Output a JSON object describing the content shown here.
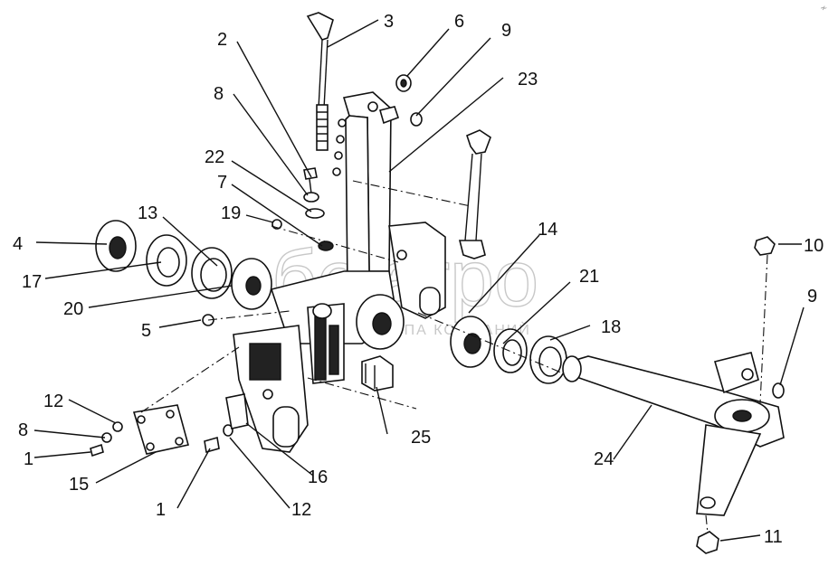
{
  "watermark": {
    "brand": "бelarpo",
    "subtitle": "ГРУППА КОМПАНИЙ"
  },
  "corner_mark": "≁",
  "callouts": [
    {
      "id": "c3",
      "label": "3"
    },
    {
      "id": "c2",
      "label": "2"
    },
    {
      "id": "c6",
      "label": "6"
    },
    {
      "id": "c9a",
      "label": "9"
    },
    {
      "id": "c23",
      "label": "23"
    },
    {
      "id": "c8a",
      "label": "8"
    },
    {
      "id": "c22",
      "label": "22"
    },
    {
      "id": "c7",
      "label": "7"
    },
    {
      "id": "c13",
      "label": "13"
    },
    {
      "id": "c19",
      "label": "19"
    },
    {
      "id": "c4",
      "label": "4"
    },
    {
      "id": "c17",
      "label": "17"
    },
    {
      "id": "c20",
      "label": "20"
    },
    {
      "id": "c5",
      "label": "5"
    },
    {
      "id": "c14",
      "label": "14"
    },
    {
      "id": "c21",
      "label": "21"
    },
    {
      "id": "c18",
      "label": "18"
    },
    {
      "id": "c10",
      "label": "10"
    },
    {
      "id": "c9b",
      "label": "9"
    },
    {
      "id": "c12a",
      "label": "12"
    },
    {
      "id": "c8b",
      "label": "8"
    },
    {
      "id": "c1a",
      "label": "1"
    },
    {
      "id": "c15",
      "label": "15"
    },
    {
      "id": "c25",
      "label": "25"
    },
    {
      "id": "c16",
      "label": "16"
    },
    {
      "id": "c24",
      "label": "24"
    },
    {
      "id": "c1b",
      "label": "1"
    },
    {
      "id": "c12b",
      "label": "12"
    },
    {
      "id": "c11",
      "label": "11"
    }
  ]
}
